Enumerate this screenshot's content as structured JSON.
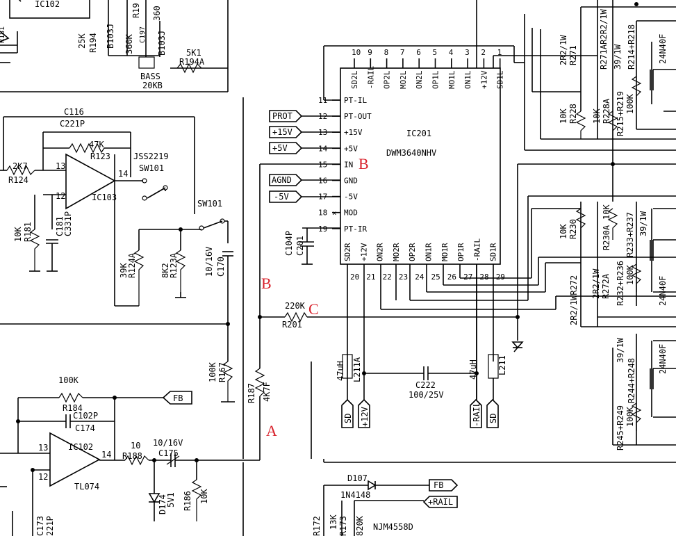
{
  "ic201": {
    "ref": "IC201",
    "part": "DWM3640NHV",
    "left_pins": [
      {
        "num": "11",
        "name": "PT-IL"
      },
      {
        "num": "12",
        "name": "PT-OUT"
      },
      {
        "num": "13",
        "name": "+15V"
      },
      {
        "num": "14",
        "name": "+5V"
      },
      {
        "num": "15",
        "name": "IN"
      },
      {
        "num": "16",
        "name": "GND"
      },
      {
        "num": "17",
        "name": "-5V"
      },
      {
        "num": "18",
        "name": "MOD"
      },
      {
        "num": "19",
        "name": "PT-IR"
      }
    ],
    "top_pins": [
      {
        "num": "10",
        "name": "SD2L"
      },
      {
        "num": "9",
        "name": "-RAIL"
      },
      {
        "num": "8",
        "name": "OP2L"
      },
      {
        "num": "7",
        "name": "MO2L"
      },
      {
        "num": "6",
        "name": "ON2L"
      },
      {
        "num": "5",
        "name": "OP1L"
      },
      {
        "num": "4",
        "name": "MO1L"
      },
      {
        "num": "3",
        "name": "ON1L"
      },
      {
        "num": "2",
        "name": "+12V"
      },
      {
        "num": "1",
        "name": "SD1L"
      }
    ],
    "bottom_pins": [
      {
        "num": "20",
        "name": "SD2R"
      },
      {
        "num": "21",
        "name": "+12V"
      },
      {
        "num": "22",
        "name": "ON2R"
      },
      {
        "num": "23",
        "name": "MO2R"
      },
      {
        "num": "24",
        "name": "OP2R"
      },
      {
        "num": "25",
        "name": "ON1R"
      },
      {
        "num": "26",
        "name": "MO1R"
      },
      {
        "num": "27",
        "name": "OP1R"
      },
      {
        "num": "28",
        "name": "-RAIL"
      },
      {
        "num": "29",
        "name": "SD1R"
      }
    ]
  },
  "ports": {
    "prot": "PROT",
    "p15v": "+15V",
    "p5v": "+5V",
    "agnd": "AGND",
    "m5v": "-5V",
    "fb1": "FB",
    "fb2": "FB",
    "rail": "+RAIL",
    "sd_a": "SD",
    "p12v": "+12V",
    "rail_b": "-RAIL",
    "sd_b": "SD"
  },
  "annotations": {
    "a": "A",
    "b1": "B",
    "b2": "B",
    "c": "C"
  },
  "labels": {
    "ic102_top": "IC102",
    "r194_val": "25K",
    "r194": "R194",
    "b103j_a": "B103J",
    "r196_val": "360K",
    "c197": "C197",
    "b103j_b": "B103J",
    "r19x": "R19",
    "n360": "360",
    "bass": "BASS",
    "bass_val": "20KB",
    "r194a_val": "5K1",
    "r194a": "R194A",
    "c116": "C116",
    "c221p": "C221P",
    "r123_val": "47K",
    "r123": "R123",
    "jss": "JSS2219",
    "sw101a": "SW101",
    "sw101b": "SW101",
    "r124_val": "2K7",
    "r124": "R124",
    "pin13": "13",
    "pin12": "12",
    "pin14": "14",
    "ic103": "IC103",
    "r181_val": "10K",
    "r181": "R181",
    "c181": "C181",
    "c331p": "C331P",
    "r124a_val": "39K",
    "r124a": "R124A",
    "r123a_val": "8K2",
    "r123a": "R123A",
    "c170_val": "10/16V",
    "c170": "C170",
    "r167_val": "100K",
    "r167": "R167",
    "r187": "R187",
    "r187_val": "4K7F",
    "r201_val": "220K",
    "r201": "R201",
    "c104p": "C104P",
    "c201": "C201",
    "r184_val": "100K",
    "r184": "R184",
    "c102p": "C102P",
    "c174": "C174",
    "ic102": "IC102",
    "tl074": "TL074",
    "pin13b": "13",
    "pin12b": "12",
    "pin14b": "14",
    "r188_val": "10",
    "r188": "R188",
    "c175_val": "10/16V",
    "c175": "C175",
    "d174": "D174",
    "d174_val": "5V1",
    "r186": "R186",
    "r186_val": "10K",
    "l211a_val": "47uH",
    "l211a": "L211A",
    "c222": "C222",
    "c222_val": "100/25V",
    "l211_val": "47uH",
    "l211": "L211",
    "d107": "D107",
    "d107_val": "1N4148",
    "r172": "R172",
    "r173_val": "13K",
    "r173": "R173",
    "n820": "820K",
    "njm": "NJM4558D",
    "r271_val": "2R2/1W",
    "r271": "R271",
    "r271a_val": "2R2/1W",
    "r271a": "R271A",
    "r218": "R214+R218",
    "n39": "39/1W",
    "n24n40f_a": "24N40F",
    "r228_val": "10K",
    "r228": "R228",
    "r228a_val": "10K",
    "r228a": "R228A",
    "r219": "R215+R219",
    "r219_val": "100K",
    "r230_val": "10K",
    "r230": "R230",
    "r230a": "R230A",
    "r230a_val": "10K",
    "r237": "R233+R237",
    "r237_val": "39/1W",
    "r272_val": "2R2/1W",
    "r272": "R272",
    "r272a_val": "2R2/1W",
    "r272a": "R272A",
    "r236": "R232+R236",
    "r236_val": "100K",
    "n24n40f_b": "24N40F",
    "r248_val": "39/1W",
    "r248": "R244+R248",
    "n24n40f_c": "24N40F",
    "r249": "R245+R249",
    "r249_val": "100K"
  }
}
